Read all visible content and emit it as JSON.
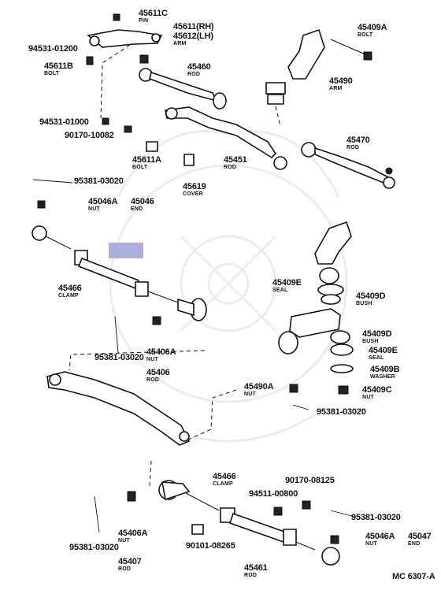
{
  "labels": [
    {
      "id": "45611C",
      "num": "45611C",
      "sub": "PIN"
    },
    {
      "id": "45611",
      "num": "45611(RH)",
      "sub": ""
    },
    {
      "id": "45612",
      "num": "45612(LH)",
      "sub": "ARM"
    },
    {
      "id": "94531-01200",
      "num": "94531-01200",
      "sub": ""
    },
    {
      "id": "45611B",
      "num": "45611B",
      "sub": "BOLT"
    },
    {
      "id": "45460",
      "num": "45460",
      "sub": "ROD"
    },
    {
      "id": "94531-01000",
      "num": "94531-01000",
      "sub": ""
    },
    {
      "id": "90170-10082",
      "num": "90170-10082",
      "sub": ""
    },
    {
      "id": "45611A",
      "num": "45611A",
      "sub": "BOLT"
    },
    {
      "id": "45619",
      "num": "45619",
      "sub": "COVER"
    },
    {
      "id": "45451",
      "num": "45451",
      "sub": "ROD"
    },
    {
      "id": "45409A",
      "num": "45409A",
      "sub": "BOLT"
    },
    {
      "id": "45490",
      "num": "45490",
      "sub": "ARM"
    },
    {
      "id": "45470",
      "num": "45470",
      "sub": "ROD"
    },
    {
      "id": "95381-03020-a",
      "num": "95381-03020",
      "sub": ""
    },
    {
      "id": "45046A",
      "num": "45046A",
      "sub": "NUT"
    },
    {
      "id": "45046",
      "num": "45046",
      "sub": "END"
    },
    {
      "id": "45466-a",
      "num": "45466",
      "sub": "CLAMP"
    },
    {
      "id": "45409E-a",
      "num": "45409E",
      "sub": "SEAL"
    },
    {
      "id": "45409D-a",
      "num": "45409D",
      "sub": "BUSH"
    },
    {
      "id": "45409D-b",
      "num": "45409D",
      "sub": "BUSH"
    },
    {
      "id": "45409E-b",
      "num": "45409E",
      "sub": "SEAL"
    },
    {
      "id": "45409B",
      "num": "45409B",
      "sub": "WASHER"
    },
    {
      "id": "45409C",
      "num": "45409C",
      "sub": "NUT"
    },
    {
      "id": "95381-03020-b",
      "num": "95381-03020",
      "sub": ""
    },
    {
      "id": "45406A-a",
      "num": "45406A",
      "sub": "NUT"
    },
    {
      "id": "45406",
      "num": "45406",
      "sub": "ROD"
    },
    {
      "id": "45490A",
      "num": "45490A",
      "sub": "NUT"
    },
    {
      "id": "95381-03020-c",
      "num": "95381-03020",
      "sub": ""
    },
    {
      "id": "45466-b",
      "num": "45466",
      "sub": "CLAMP"
    },
    {
      "id": "90170-08125",
      "num": "90170-08125",
      "sub": ""
    },
    {
      "id": "94511-00800",
      "num": "94511-00800",
      "sub": ""
    },
    {
      "id": "95381-03020-d",
      "num": "95381-03020",
      "sub": ""
    },
    {
      "id": "45406A-b",
      "num": "45406A",
      "sub": "NUT"
    },
    {
      "id": "45046A-b",
      "num": "45046A",
      "sub": "NUT"
    },
    {
      "id": "45047",
      "num": "45047",
      "sub": "END"
    },
    {
      "id": "90101-08265",
      "num": "90101-08265",
      "sub": ""
    },
    {
      "id": "95381-03020-e",
      "num": "95381-03020",
      "sub": ""
    },
    {
      "id": "45407",
      "num": "45407",
      "sub": "ROD"
    },
    {
      "id": "45461",
      "num": "45461",
      "sub": "ROD"
    }
  ],
  "footer": {
    "code": "MC 6307-A"
  }
}
